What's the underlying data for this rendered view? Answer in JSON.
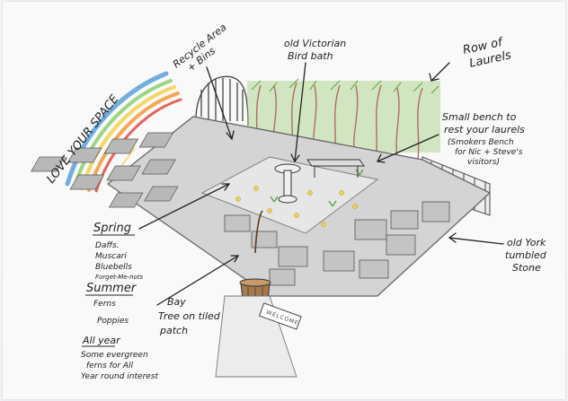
{
  "labels": {
    "love_your_space": "LOVE YOUR SPACE",
    "recycle_area": [
      "Recycle Area",
      "+ Bins"
    ],
    "birdbath": [
      "old Victorian",
      "Bird bath"
    ],
    "laurels": [
      "Row of",
      "Laurels"
    ],
    "bench": [
      "Small bench to",
      "rest your laurels",
      "(Smokers Bench",
      "for Nic + Steve's",
      "visitors)"
    ],
    "spring_heading": "Spring",
    "spring_items": [
      "Daffs.",
      "Muscari",
      "Bluebells",
      "Forget-Me-nots"
    ],
    "summer_heading": "Summer",
    "summer_items": [
      "Ferns",
      "Poppies"
    ],
    "allyear_heading": "All year",
    "allyear_items": [
      "Some evergreen",
      "ferns for All",
      "Year round interest"
    ],
    "bay_tree": [
      "Bay",
      "Tree on tiled",
      "patch"
    ],
    "york_stone": [
      "old York",
      "tumbled",
      "Stone"
    ],
    "welcome_mat": "WELCOME"
  },
  "colors": {
    "pencil": "#2a2a2a",
    "paving": "#bdbdbd",
    "paving_dark": "#8c8c8c",
    "laurel_green": "#9fcf7a",
    "laurel_stem": "#b06a6a",
    "rainbow": [
      "#e34b3f",
      "#f39a3a",
      "#f4d34a",
      "#8ccf6a",
      "#5aa0d8"
    ],
    "pot": "#a57a4d"
  }
}
